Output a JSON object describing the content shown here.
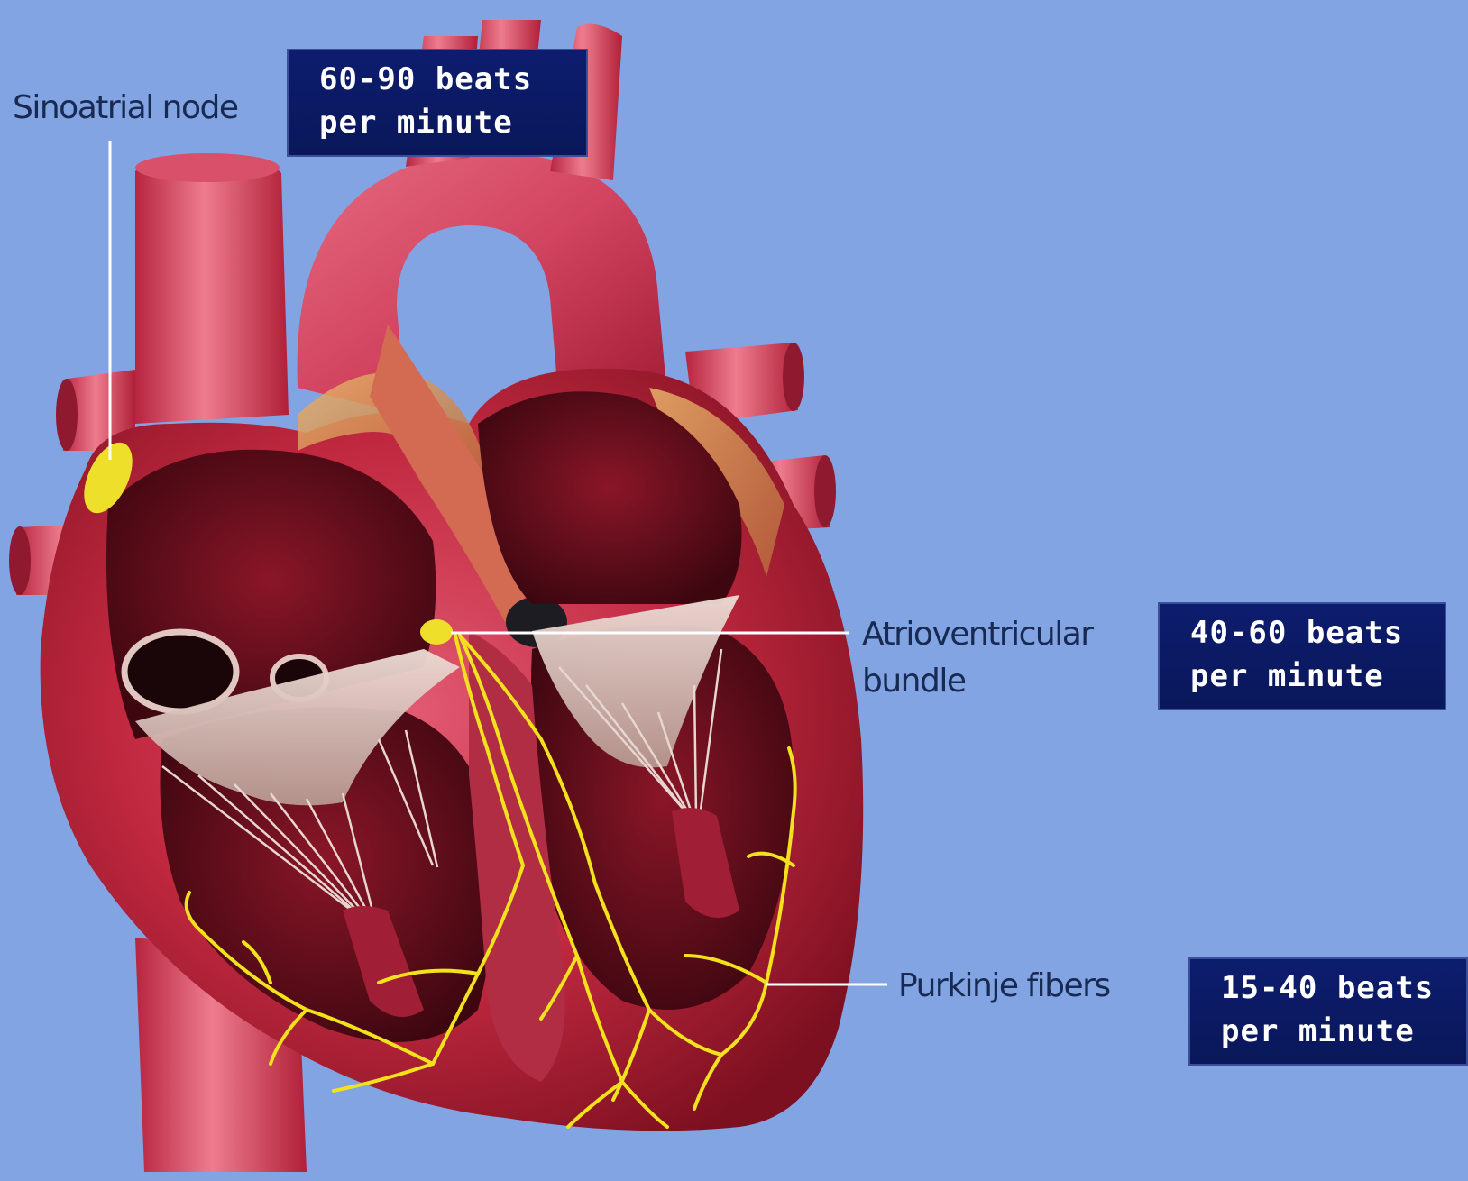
{
  "diagram": {
    "background_color": "#82a4e3",
    "accent_colors": {
      "myocardium": "#c8324a",
      "conduction_path": "#f2e21e",
      "rate_box": "#0d1d6e"
    },
    "labels": {
      "sinoatrial": "Sinoatrial node",
      "atrioventricular_line1": "Atrioventricular",
      "atrioventricular_line2": "bundle",
      "purkinje": "Purkinje fibers"
    },
    "rates": {
      "sinoatrial": {
        "line1": "60-90 beats",
        "line2": "per minute"
      },
      "atrioventricular": {
        "line1": "40-60 beats",
        "line2": "per minute"
      },
      "purkinje": {
        "line1": "15-40 beats",
        "line2": "per minute"
      }
    }
  }
}
